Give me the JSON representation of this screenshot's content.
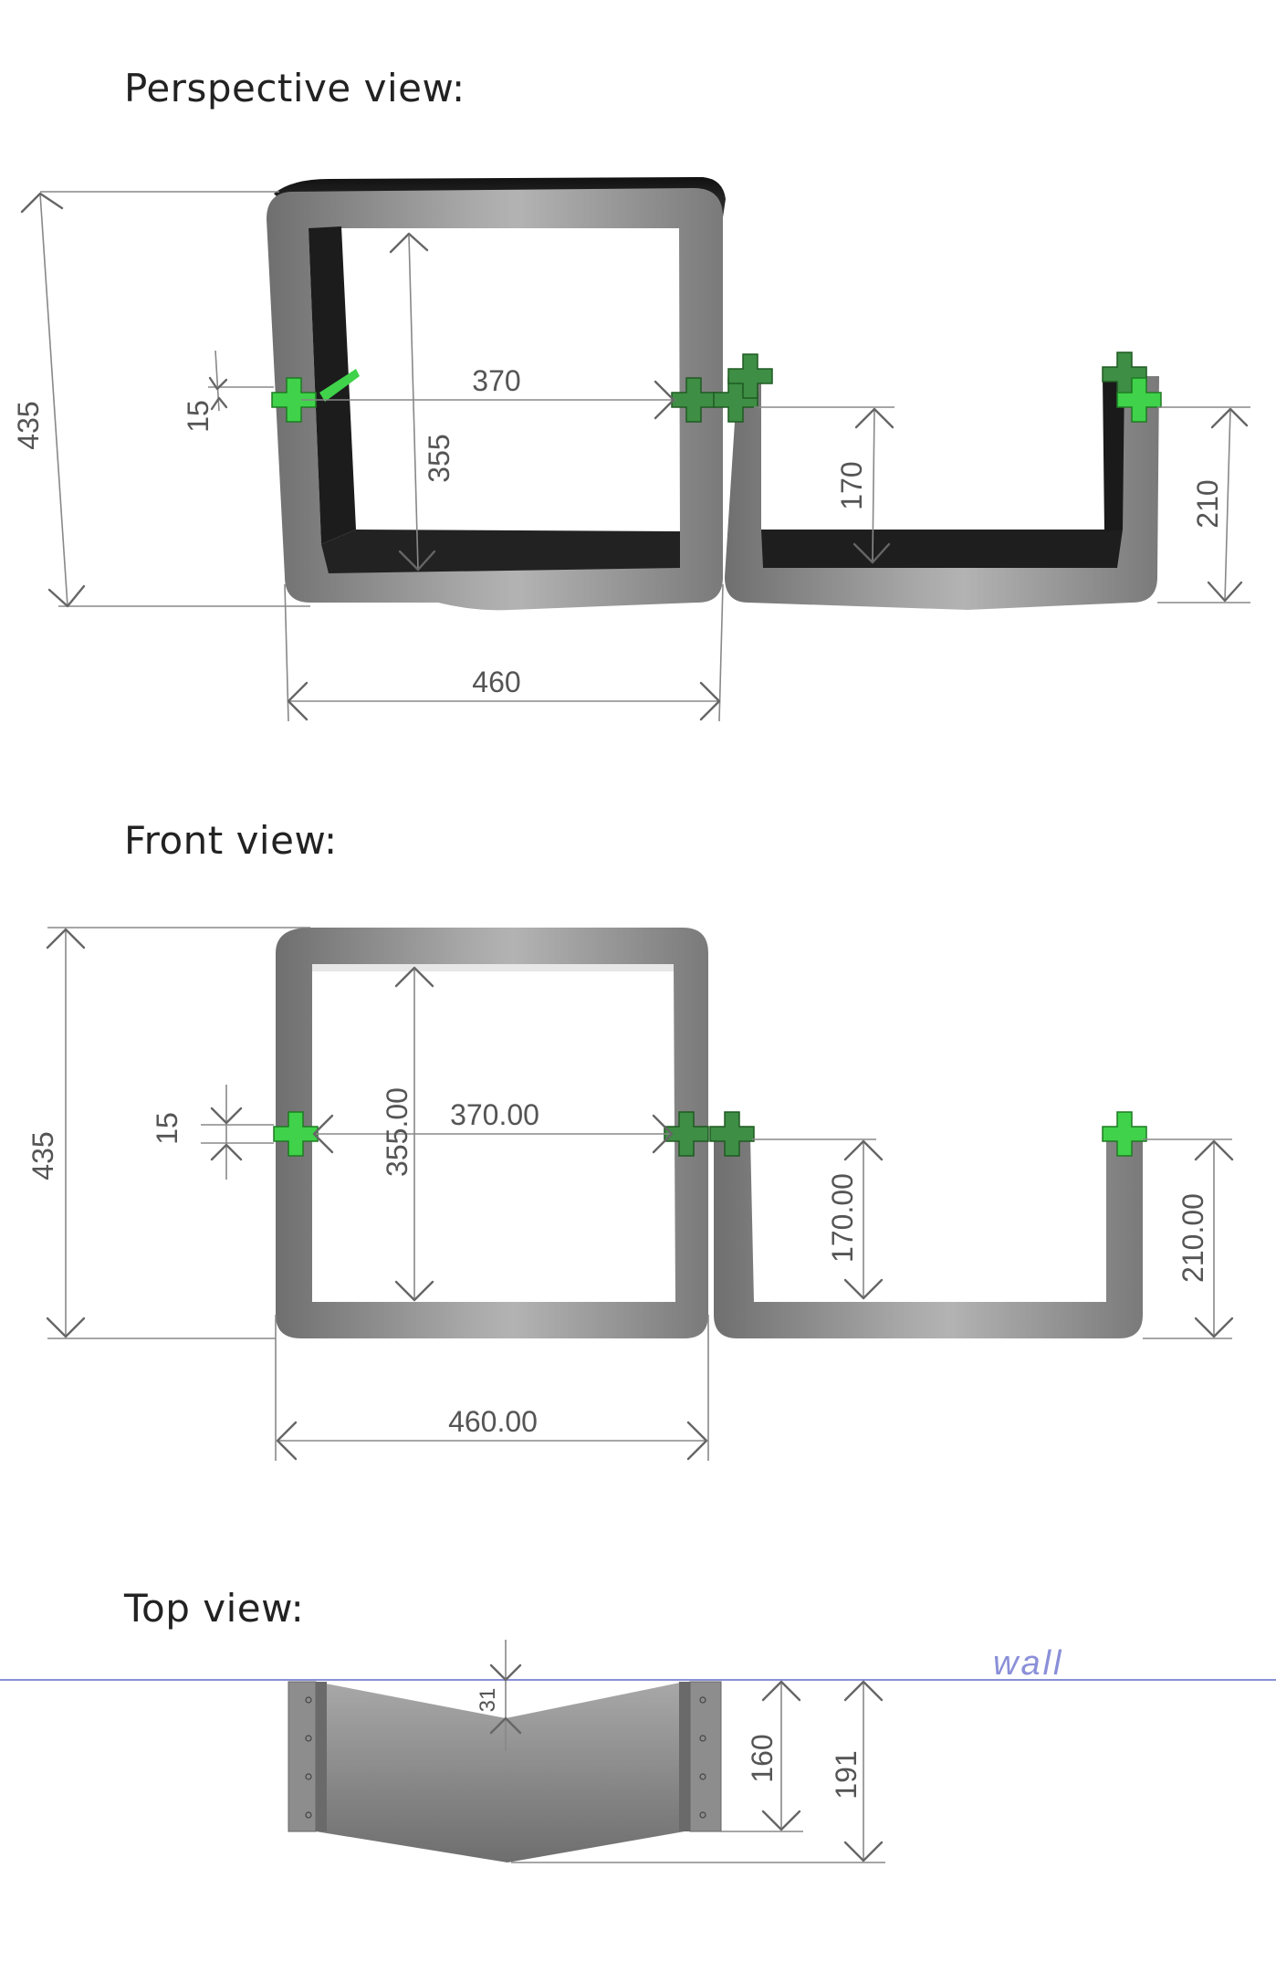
{
  "headings": {
    "perspective": "Perspective view:",
    "front": "Front view:",
    "top": "Top view:"
  },
  "perspective_dims": {
    "height": "435",
    "thickness": "15",
    "inner_width": "370",
    "inner_height": "355",
    "open_inner_height": "170",
    "open_height": "210",
    "outer_width": "460"
  },
  "front_dims": {
    "height": "435",
    "thickness": "15",
    "inner_height": "355.00",
    "inner_width": "370.00",
    "open_inner_height": "170.00",
    "open_height": "210.00",
    "outer_width": "460.00"
  },
  "top_dims": {
    "wall_label": "wall",
    "notch": "31",
    "depth_inner": "160",
    "depth_outer": "191"
  },
  "colors": {
    "frame_gray": "#8e8e8e",
    "frame_dark": "#2a2a2a",
    "connector_green": "#3fd24a",
    "wall_line": "#8a8fd8"
  }
}
